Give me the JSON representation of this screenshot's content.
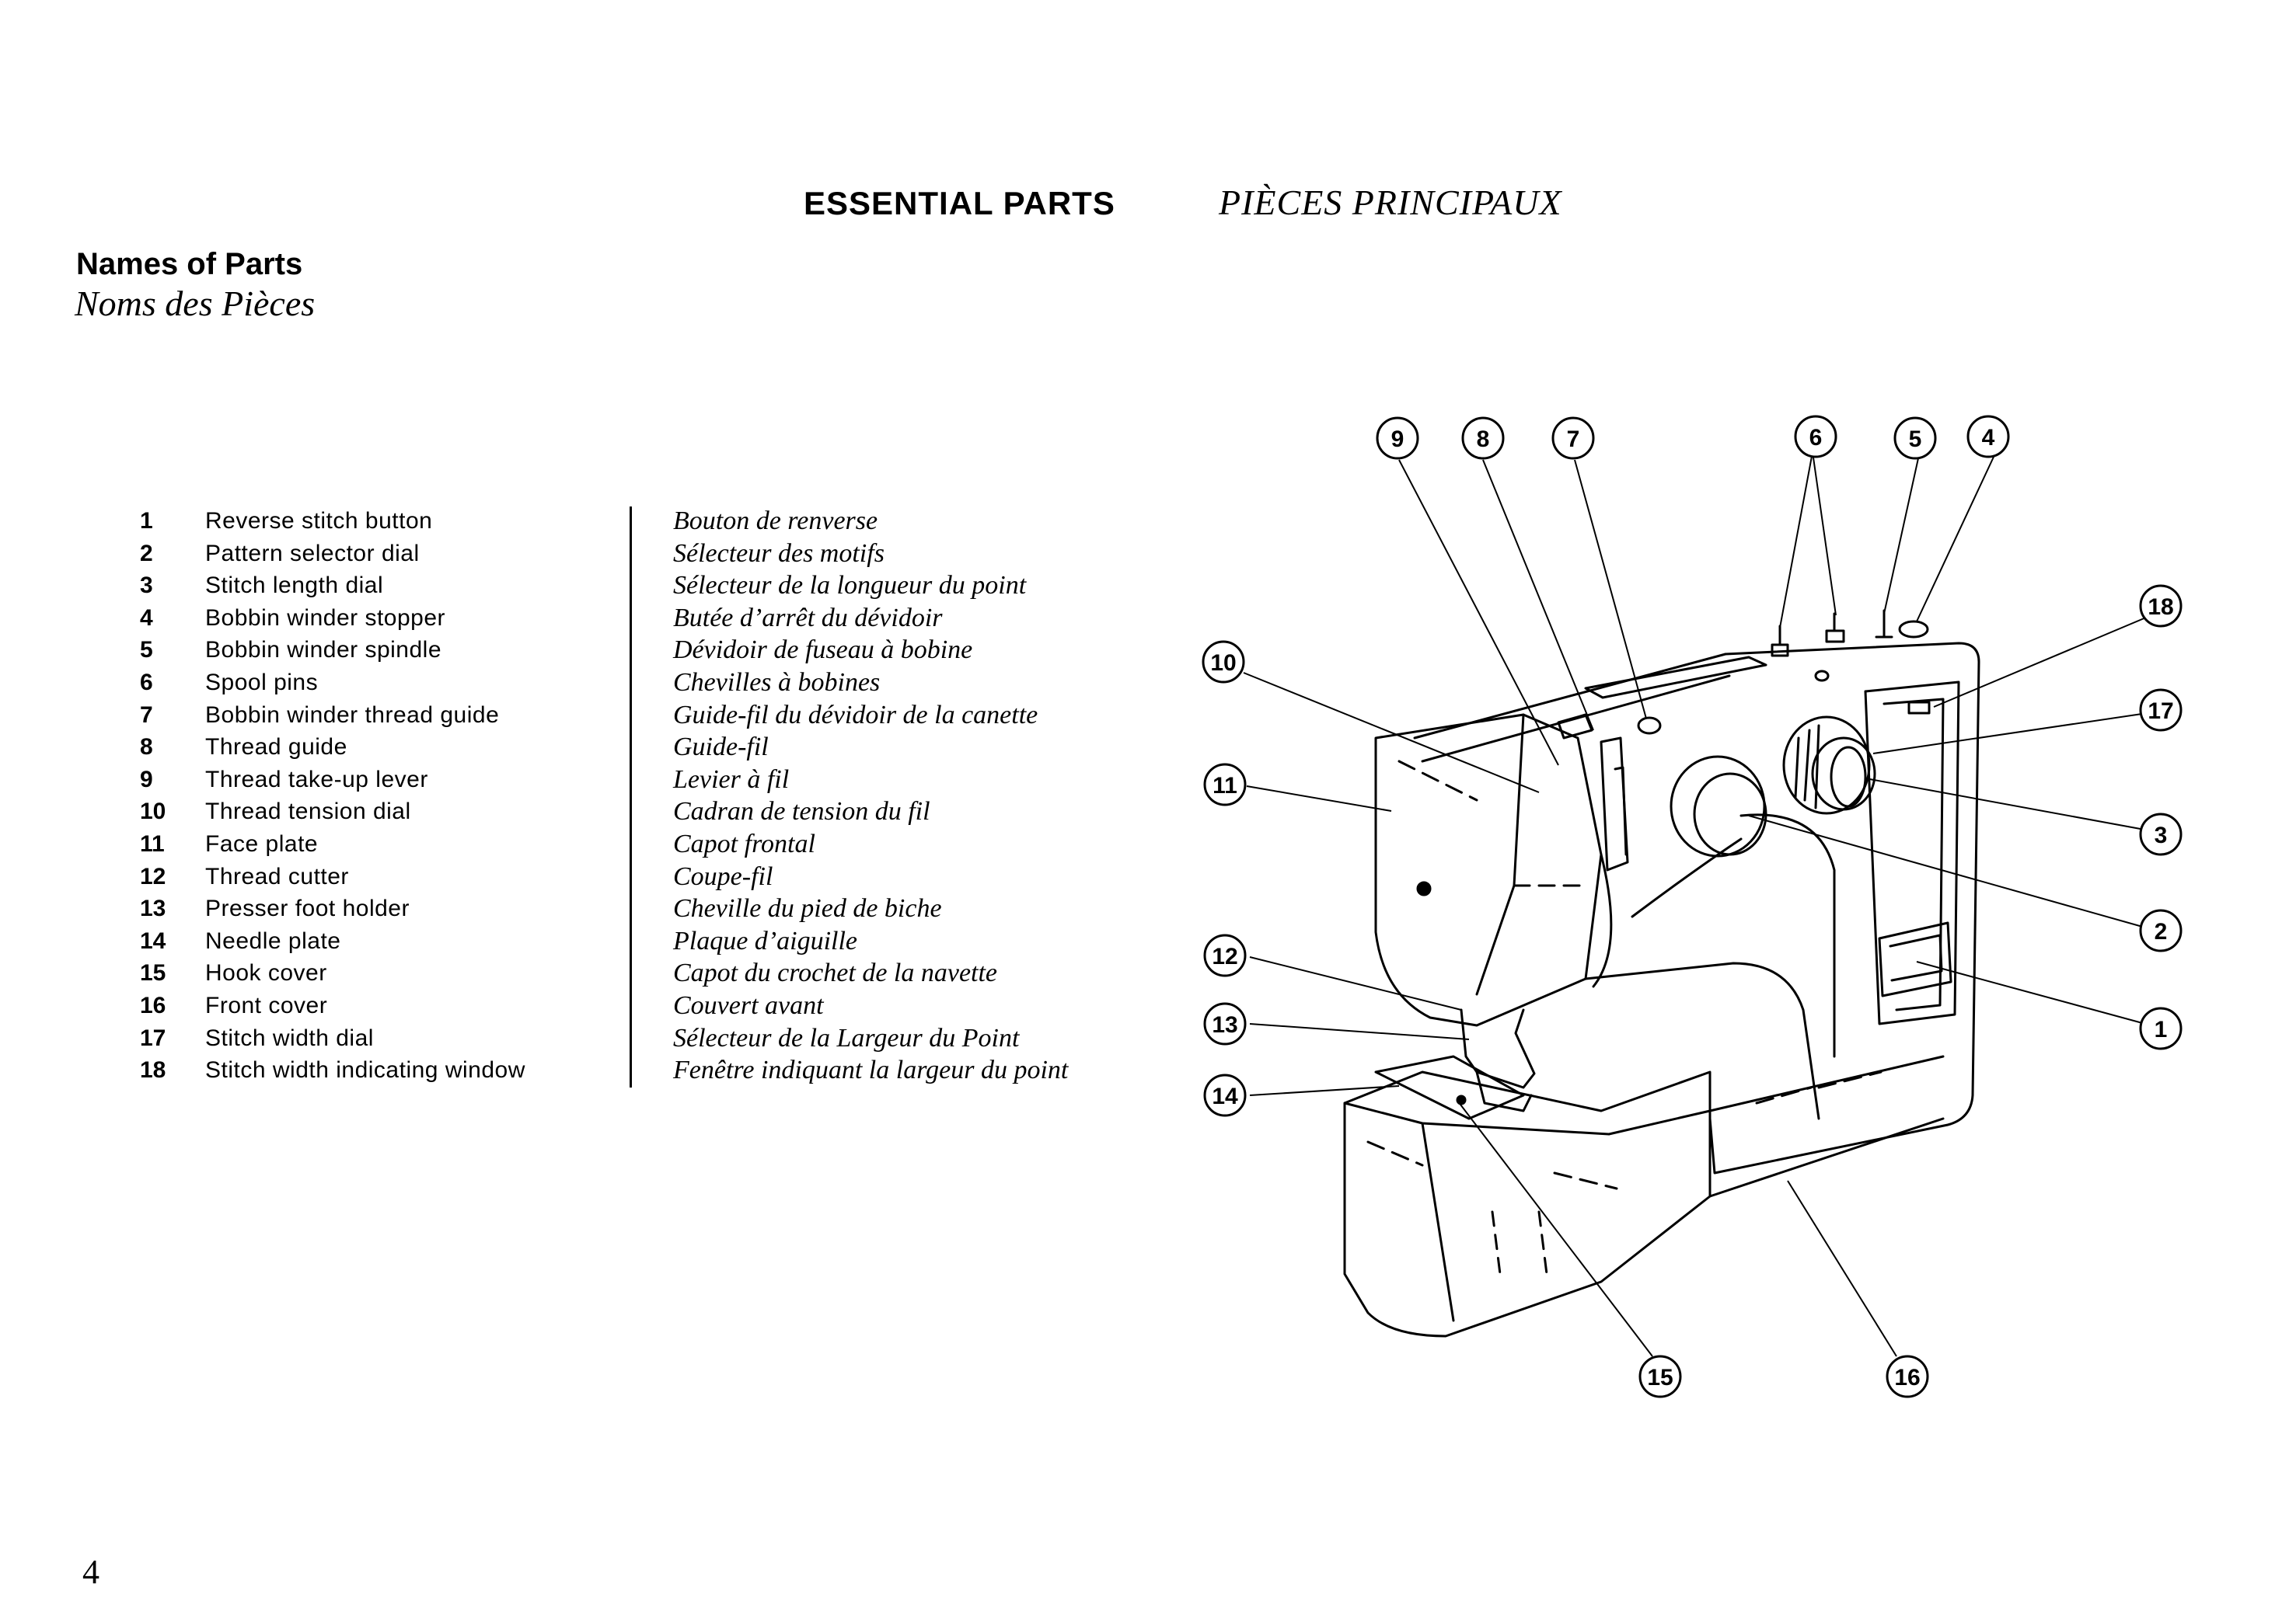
{
  "header": {
    "title_en": "ESSENTIAL PARTS",
    "title_fr": "PIÈCES PRINCIPAUX"
  },
  "section": {
    "title_en": "Names of Parts",
    "title_fr": "Noms des Pièces"
  },
  "parts": [
    {
      "num": "1",
      "en": "Reverse stitch button",
      "fr": "Bouton de renverse"
    },
    {
      "num": "2",
      "en": "Pattern selector dial",
      "fr": "Sélecteur des motifs"
    },
    {
      "num": "3",
      "en": "Stitch length dial",
      "fr": "Sélecteur de la longueur du point"
    },
    {
      "num": "4",
      "en": "Bobbin winder stopper",
      "fr": "Butée d’arrêt du dévidoir"
    },
    {
      "num": "5",
      "en": "Bobbin winder spindle",
      "fr": "Dévidoir de fuseau à bobine"
    },
    {
      "num": "6",
      "en": "Spool pins",
      "fr": "Chevilles à bobines"
    },
    {
      "num": "7",
      "en": "Bobbin winder thread guide",
      "fr": "Guide-fil du dévidoir de la canette"
    },
    {
      "num": "8",
      "en": "Thread guide",
      "fr": "Guide-fil"
    },
    {
      "num": "9",
      "en": "Thread take-up lever",
      "fr": "Levier à fil"
    },
    {
      "num": "10",
      "en": "Thread tension dial",
      "fr": "Cadran de tension du fil"
    },
    {
      "num": "11",
      "en": "Face plate",
      "fr": "Capot frontal"
    },
    {
      "num": "12",
      "en": "Thread cutter",
      "fr": "Coupe-fil"
    },
    {
      "num": "13",
      "en": "Presser foot holder",
      "fr": "Cheville du pied de biche"
    },
    {
      "num": "14",
      "en": "Needle plate",
      "fr": "Plaque d’aiguille"
    },
    {
      "num": "15",
      "en": "Hook cover",
      "fr": "Capot du crochet de la navette"
    },
    {
      "num": "16",
      "en": "Front cover",
      "fr": "Couvert avant"
    },
    {
      "num": "17",
      "en": "Stitch width dial",
      "fr": "Sélecteur de la Largeur du Point"
    },
    {
      "num": "18",
      "en": "Stitch width indicating window",
      "fr": "Fenêtre indiquant la largeur du point"
    }
  ],
  "diagram": {
    "callouts": [
      "9",
      "8",
      "7",
      "6",
      "5",
      "4",
      "18",
      "10",
      "17",
      "11",
      "3",
      "2",
      "12",
      "1",
      "13",
      "14",
      "15",
      "16"
    ]
  },
  "page": {
    "number": "4"
  }
}
